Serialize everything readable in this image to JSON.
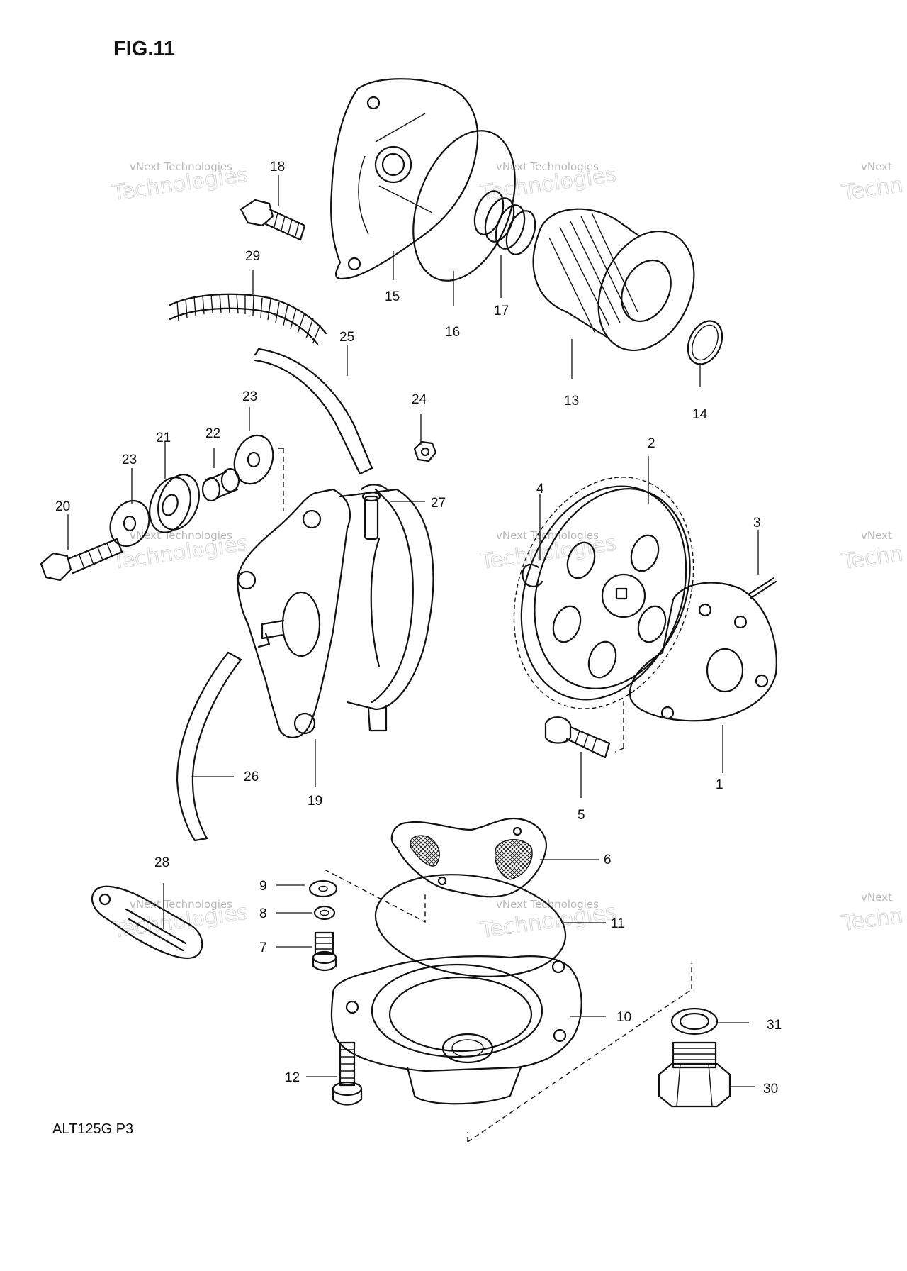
{
  "figure": {
    "title": "FIG.11",
    "model_code": "ALT125G P3"
  },
  "watermark": {
    "line1": "vNext Technologies",
    "line2": "vNext Technologies"
  },
  "parts": [
    "1",
    "2",
    "3",
    "4",
    "5",
    "6",
    "7",
    "8",
    "9",
    "10",
    "11",
    "12",
    "13",
    "14",
    "15",
    "16",
    "17",
    "18",
    "19",
    "20",
    "21",
    "22",
    "23",
    "23",
    "24",
    "25",
    "26",
    "27",
    "28",
    "29",
    "30",
    "31"
  ]
}
